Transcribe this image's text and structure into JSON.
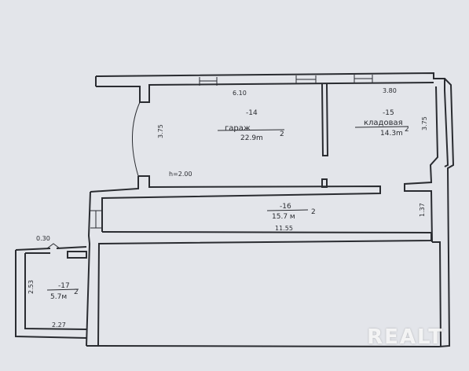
{
  "colors": {
    "paper": "#e3e5ea",
    "ink": "#2a2c31",
    "watermark": "#ffffff"
  },
  "dimensions": {
    "top_left_width": "6.10",
    "top_right_width": "3.80",
    "left_height": "3.75",
    "right_height": "3.75",
    "ceiling_height": "h=2.00",
    "corridor_height": "1.37",
    "corridor_length": "11.55",
    "annex_top": "0.30",
    "annex_height": "2.53",
    "annex_width": "2.27"
  },
  "rooms": [
    {
      "number": "-14",
      "name": "гараж",
      "area": "22.9m"
    },
    {
      "number": "-15",
      "name": "кладовая",
      "area": "14.3m"
    },
    {
      "number": "-16",
      "name": "",
      "area": "15.7 м"
    },
    {
      "number": "-17",
      "name": "",
      "area": "5.7м"
    }
  ],
  "area_superscript": "2",
  "watermark": "REALT"
}
